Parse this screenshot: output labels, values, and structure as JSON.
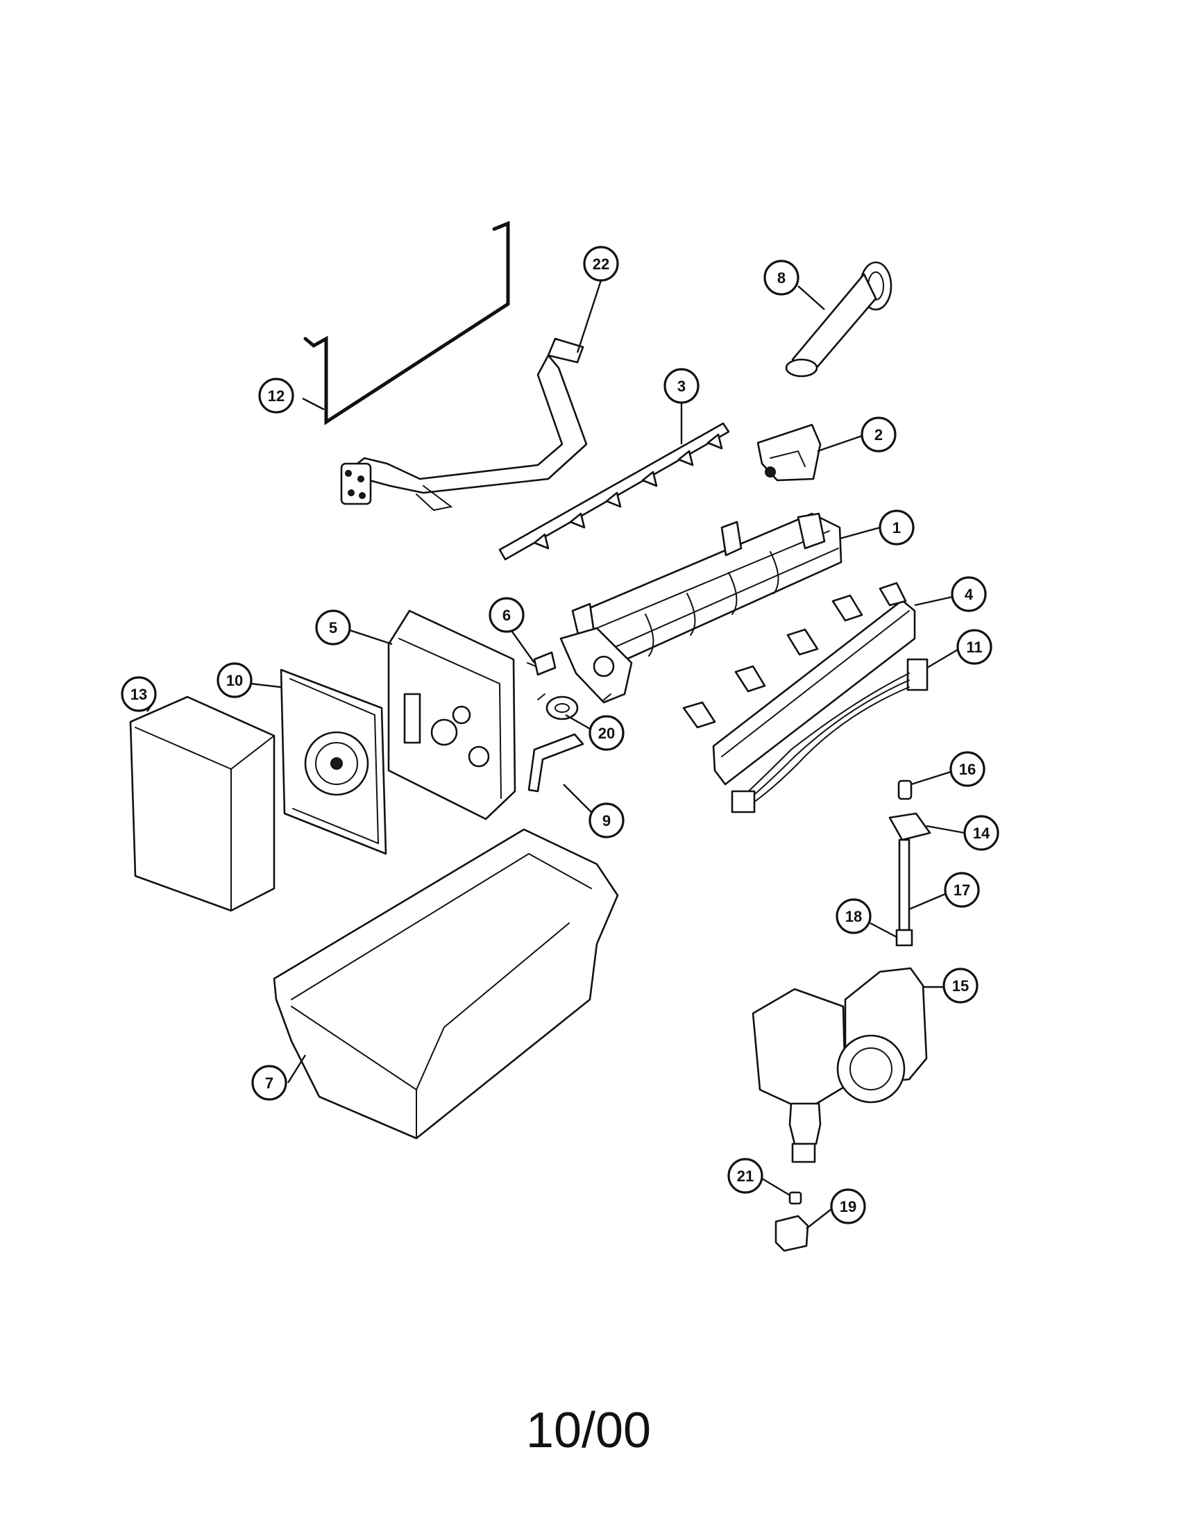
{
  "diagram": {
    "callouts": [
      {
        "id": "1",
        "label": "1"
      },
      {
        "id": "2",
        "label": "2"
      },
      {
        "id": "3",
        "label": "3"
      },
      {
        "id": "4",
        "label": "4"
      },
      {
        "id": "5",
        "label": "5"
      },
      {
        "id": "6",
        "label": "6"
      },
      {
        "id": "7",
        "label": "7"
      },
      {
        "id": "8",
        "label": "8"
      },
      {
        "id": "9",
        "label": "9"
      },
      {
        "id": "10",
        "label": "10"
      },
      {
        "id": "11",
        "label": "11"
      },
      {
        "id": "12",
        "label": "12"
      },
      {
        "id": "13",
        "label": "13"
      },
      {
        "id": "14",
        "label": "14"
      },
      {
        "id": "15",
        "label": "15"
      },
      {
        "id": "16",
        "label": "16"
      },
      {
        "id": "17",
        "label": "17"
      },
      {
        "id": "18",
        "label": "18"
      },
      {
        "id": "19",
        "label": "19"
      },
      {
        "id": "20",
        "label": "20"
      },
      {
        "id": "21",
        "label": "21"
      },
      {
        "id": "22",
        "label": "22"
      }
    ]
  },
  "footer": {
    "date": "10/00"
  },
  "colors": {
    "ink": "#111111",
    "paper": "#ffffff"
  }
}
